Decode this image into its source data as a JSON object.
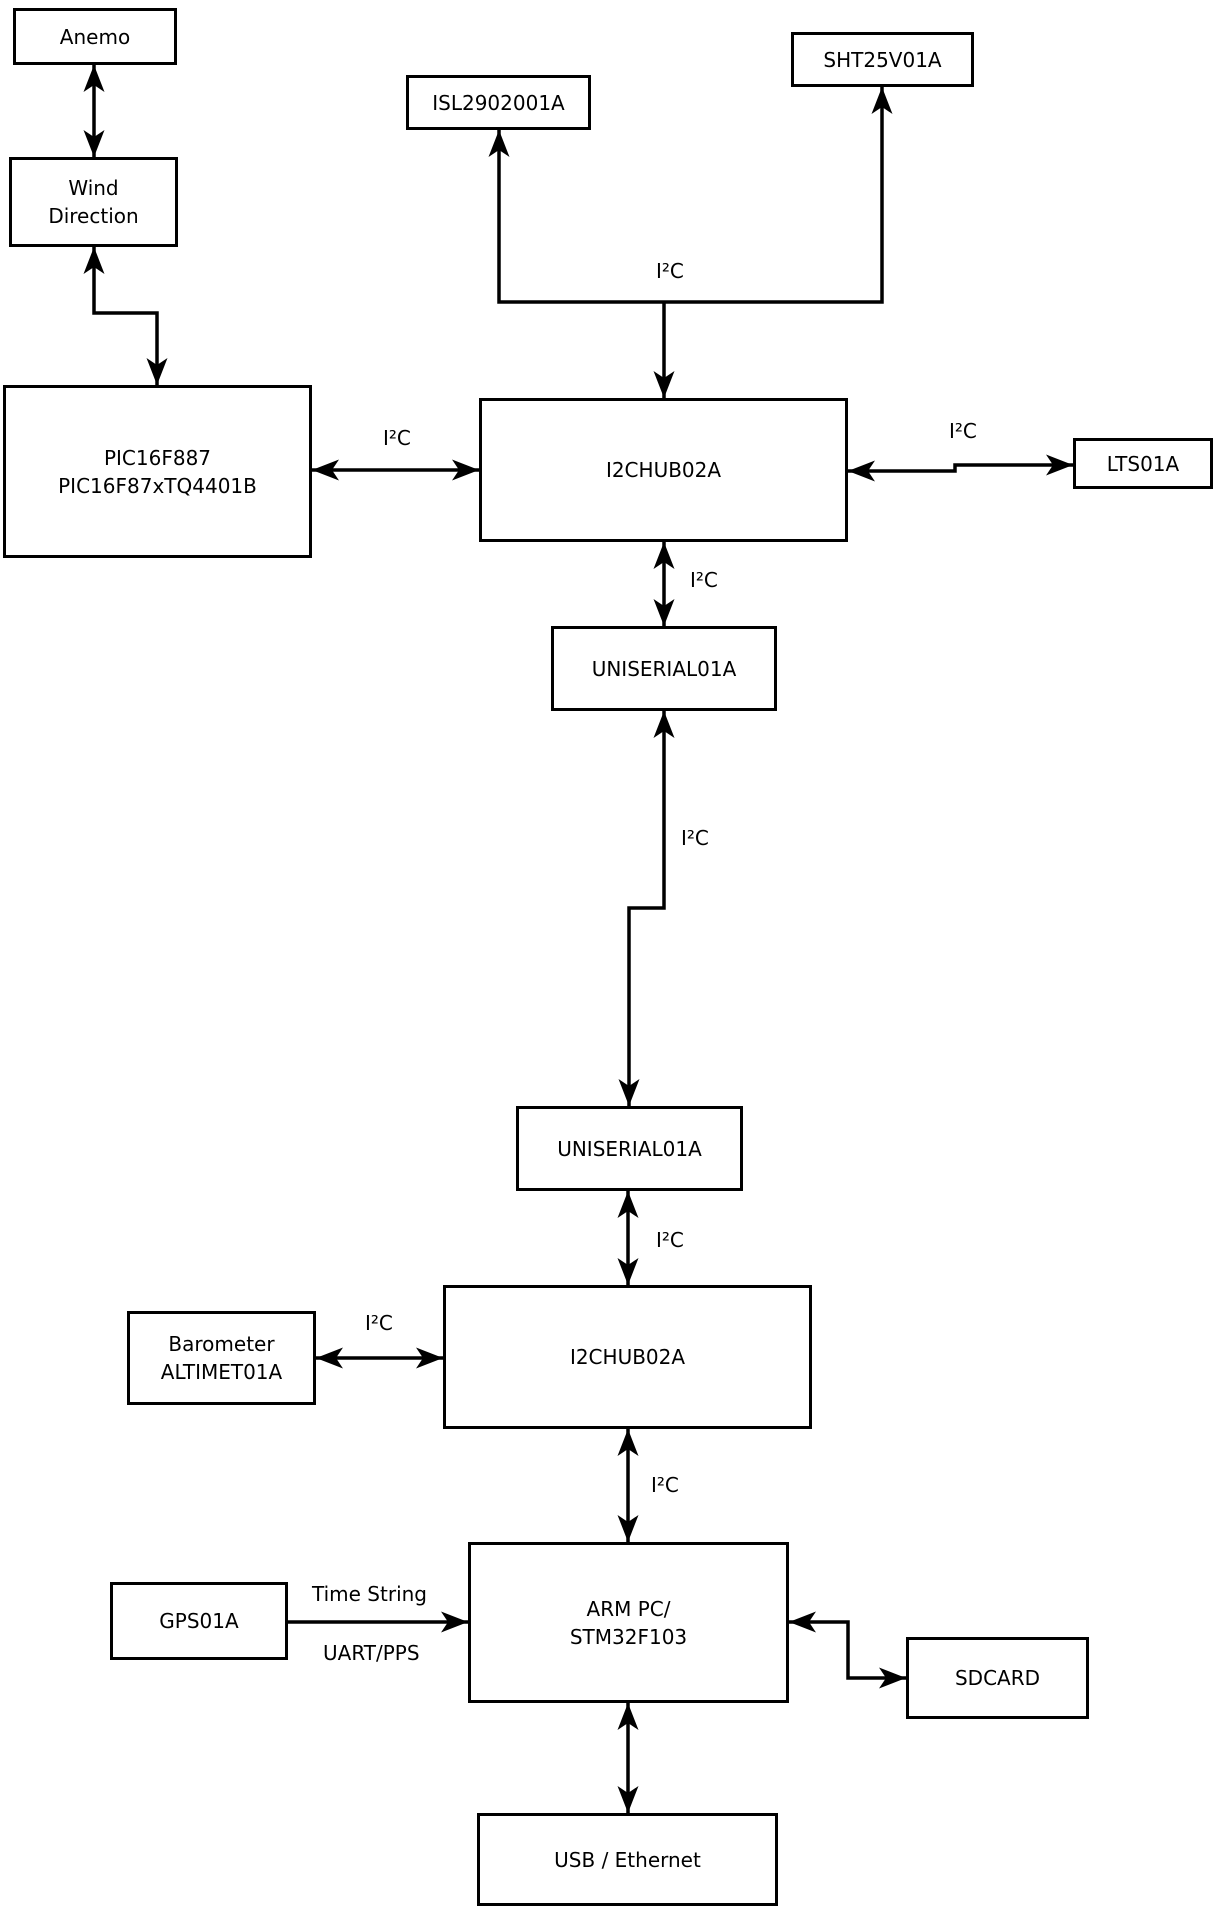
{
  "diagram": {
    "nodes": {
      "anemo": {
        "lines": [
          "Anemo"
        ]
      },
      "wind_direction": {
        "lines": [
          "Wind",
          "Direction"
        ]
      },
      "pic": {
        "lines": [
          "PIC16F887",
          "PIC16F87xTQ4401B"
        ]
      },
      "isl": {
        "lines": [
          "ISL2902001A"
        ]
      },
      "sht": {
        "lines": [
          "SHT25V01A"
        ]
      },
      "i2chub_top": {
        "lines": [
          "I2CHUB02A"
        ]
      },
      "lts": {
        "lines": [
          "LTS01A"
        ]
      },
      "uniserial_top": {
        "lines": [
          "UNISERIAL01A"
        ]
      },
      "uniserial_bottom": {
        "lines": [
          "UNISERIAL01A"
        ]
      },
      "barometer": {
        "lines": [
          "Barometer",
          "ALTIMET01A"
        ]
      },
      "i2chub_bottom": {
        "lines": [
          "I2CHUB02A"
        ]
      },
      "gps": {
        "lines": [
          "GPS01A"
        ]
      },
      "arm": {
        "lines": [
          "ARM PC/",
          "STM32F103"
        ]
      },
      "sdcard": {
        "lines": [
          "SDCARD"
        ]
      },
      "usb": {
        "lines": [
          "USB / Ethernet"
        ]
      }
    },
    "edge_labels": {
      "i2c": "I²C",
      "time_string": "Time String",
      "uart_pps": "UART/PPS"
    },
    "colors": {
      "line": "#000000",
      "background": "#ffffff",
      "text": "#000000"
    }
  }
}
